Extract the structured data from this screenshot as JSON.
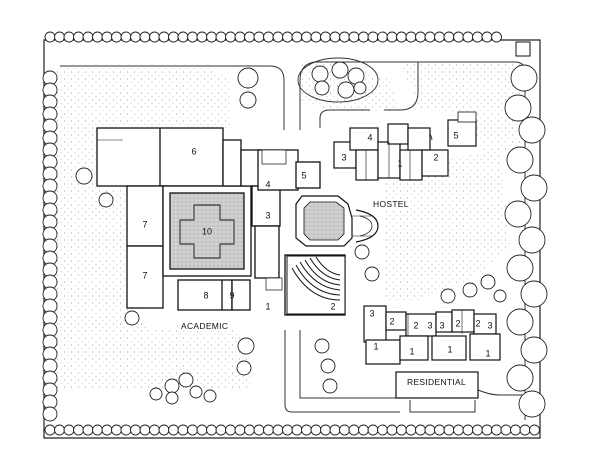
{
  "zones": {
    "hostel": "HOSTEL",
    "academic": "ACADEMIC",
    "residential": "RESIDENTIAL"
  },
  "rooms": {
    "r6": "6",
    "r10": "10",
    "r7a": "7",
    "r7b": "7",
    "r8": "8",
    "r9": "9",
    "r3a": "3",
    "r4a": "4",
    "r5a": "5",
    "r1a": "1",
    "r2a": "2",
    "r3h": "3",
    "r4h": "4",
    "r1h": "1",
    "r2h": "2",
    "r5h": "5",
    "r3r1": "3",
    "r2r1": "2",
    "r1r1": "1",
    "r2r2": "2",
    "r3r2": "3",
    "r1r2": "1",
    "r3r3": "3",
    "r2r3": "2",
    "r1r3": "1",
    "r2r4": "2",
    "r3r4": "3",
    "r1r4": "1"
  }
}
